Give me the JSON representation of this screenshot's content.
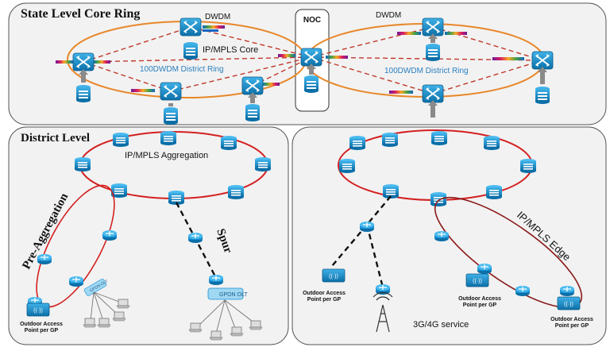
{
  "sections": {
    "state": {
      "title": "State Level Core Ring"
    },
    "district": {
      "title": "District Level"
    },
    "noc": {
      "label": "NOC"
    }
  },
  "labels": {
    "dwdm_left": "DWDM",
    "dwdm_right": "DWDM",
    "ip_mpls_core": "IP/MPLS  Core",
    "district_ring_left": "100DWDM  District Ring",
    "district_ring_right": "100DWDM  District Ring",
    "ip_mpls_aggregation": "IP/MPLS  Aggregation",
    "pre_aggregation": "Pre-Aggregation",
    "spur": "Spur",
    "ip_mpls_edge": "IP/MPLS  Edge",
    "gpon_olt_small": "GPON OLT",
    "gpon_olt_large": "GPON OLT",
    "service_3g4g": "3G/4G service",
    "ap_left_1": "Outdoor Access",
    "ap_left_2": "Point per GP",
    "ap_mid_1": "Outdoor Access",
    "ap_mid_2": "Point per GP",
    "ap_center_1": "Outdoor Access",
    "ap_center_2": "Point per GP",
    "ap_right_1": "Outdoor Access",
    "ap_right_2": "Point per GP"
  },
  "colors": {
    "core_ring": "#e8872a",
    "red_ring": "#d42020",
    "edge_ring": "#8b1a1a",
    "dashed_link": "#c0392b",
    "device_blue": "#1a8fd0",
    "ring_label_blue": "#2a7fbf",
    "gray_arrow": "#8a8a8a"
  },
  "icons": {
    "dwdm_switch": "cross-arrow-switch-icon",
    "router": "router-icon",
    "storage": "server-stack-icon",
    "wifi_ap": "wifi-access-point-icon",
    "tower": "cell-tower-icon",
    "laptop": "laptop-icon"
  }
}
